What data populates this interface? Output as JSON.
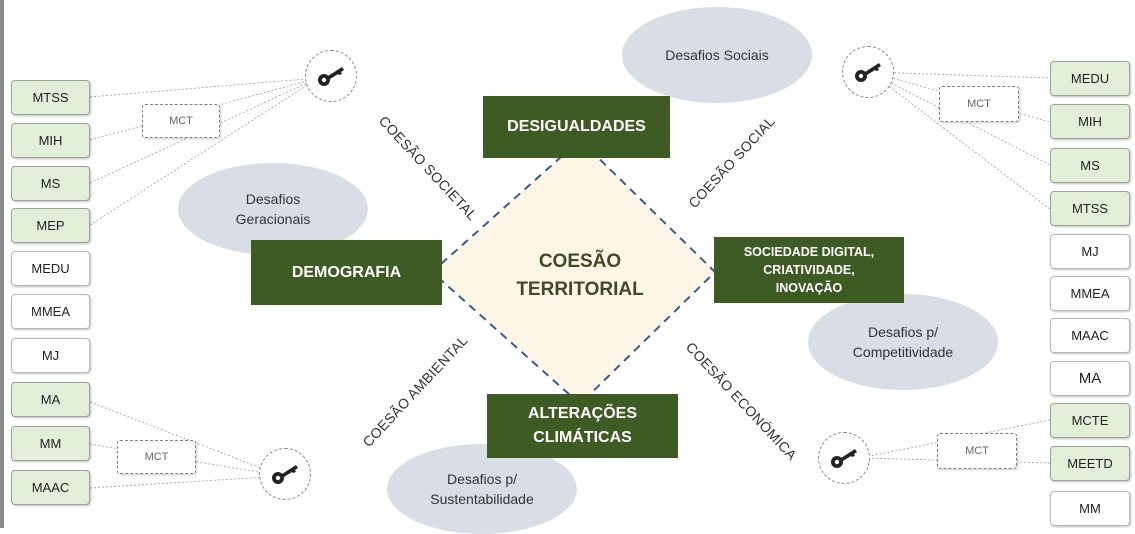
{
  "center": {
    "line1": "COESÃO",
    "line2": "TERRITORIAL"
  },
  "pillars": {
    "top": "DESIGUALDADES",
    "left": "DEMOGRAFIA",
    "right": [
      "SOCIEDADE DIGITAL,",
      "CRIATIVIDADE,",
      "INOVAÇÃO"
    ],
    "bottom": [
      "ALTERAÇÕES",
      "CLIMÁTICAS"
    ]
  },
  "cohesion_labels": {
    "top_left": "COESÃO SOCIETAL",
    "top_right": "COESÃO SOCIAL",
    "bottom_left": "COESÃO AMBIENTAL",
    "bottom_right": "COESÃO ECONÓMICA"
  },
  "challenges": {
    "social": "Desafios Sociais",
    "generational": [
      "Desafios",
      "Geracionais"
    ],
    "competitiveness": [
      "Desafios p/",
      "Competitividade"
    ],
    "sustainability": [
      "Desafios p/",
      "Sustentabilidade"
    ]
  },
  "mct_label": "MCT",
  "left_ministries": [
    "MTSS",
    "MIH",
    "MS",
    "MEP",
    "MEDU",
    "MMEA",
    "MJ",
    "MA",
    "MM",
    "MAAC"
  ],
  "right_ministries": [
    "MEDU",
    "MIH",
    "MS",
    "MTSS",
    "MJ",
    "MMEA",
    "MAAC",
    "MA",
    "MCTE",
    "MEETD",
    "MM"
  ],
  "colors": {
    "pillar_green": "#3e5b24",
    "ministry_green": "#e3efd9",
    "center_fill": "#fdf6e6",
    "diamond_border": "#3b5b8c",
    "ellipse": "#d8dde6"
  }
}
